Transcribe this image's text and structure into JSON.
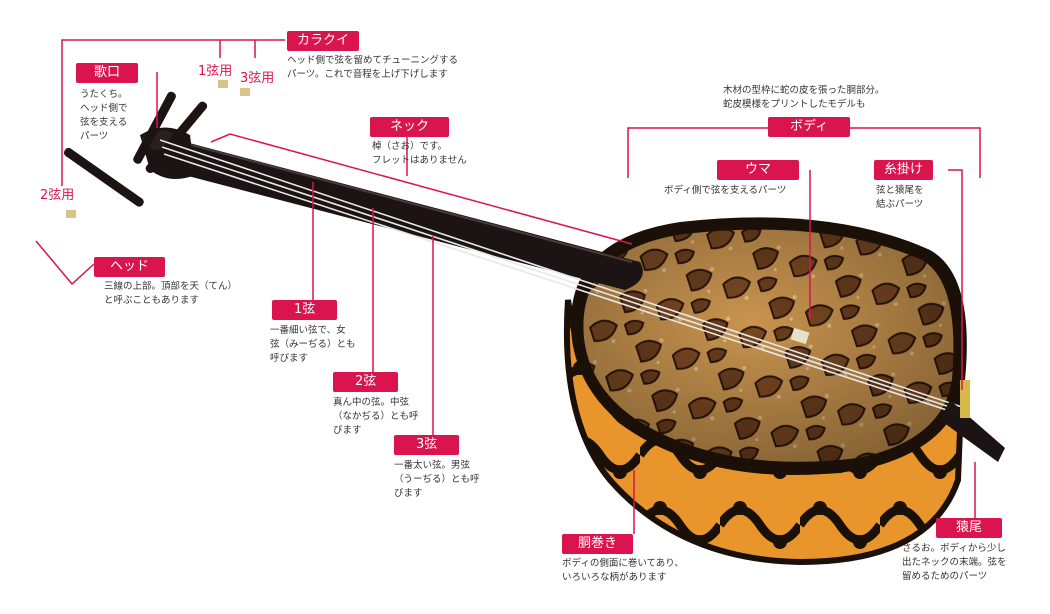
{
  "labels": {
    "karakui": {
      "title": "カラクイ",
      "desc": "ヘッド側で弦を留めてチューニングする\nパーツ。これで音程を上げ下げします"
    },
    "uta": {
      "title": "歌口",
      "desc": "うたくち。\nヘッド側で\n弦を支える\nパーツ"
    },
    "peg1": "1弦用",
    "peg3": "3弦用",
    "peg2": "2弦用",
    "neck": {
      "title": "ネック",
      "desc": "棹（さお）です。\nフレットはありません"
    },
    "body_note": "木材の型枠に蛇の皮を張った胴部分。\n蛇皮模様をプリントしたモデルも",
    "body": {
      "title": "ボディ"
    },
    "uma": {
      "title": "ウマ",
      "desc": "ボディ側で弦を支えるパーツ"
    },
    "itokake": {
      "title": "糸掛け",
      "desc": "弦と猿尾を\n結ぶパーツ"
    },
    "head": {
      "title": "ヘッド",
      "desc": "三線の上部。頂部を天（てん）\nと呼ぶこともあります"
    },
    "str1": {
      "title": "1弦",
      "desc": "一番細い弦で、女\n弦（みーぢる）とも\n呼びます"
    },
    "str2": {
      "title": "2弦",
      "desc": "真ん中の弦。中弦\n（なかぢる）とも呼\nびます"
    },
    "str3": {
      "title": "3弦",
      "desc": "一番太い弦。男弦\n（うーぢる）とも呼\nびます"
    },
    "doumaki": {
      "title": "胴巻き",
      "desc": "ボディの側面に巻いてあり、\nいろいろな柄があります"
    },
    "saruo": {
      "title": "猿尾",
      "desc": "さるお。ボディから少し\n出たネックの末端。弦を\n留めるためのパーツ"
    }
  },
  "colors": {
    "accent": "#d9144f",
    "wood": "#1c1414",
    "skin": "#8a5a2c",
    "band": "#e0902a"
  }
}
